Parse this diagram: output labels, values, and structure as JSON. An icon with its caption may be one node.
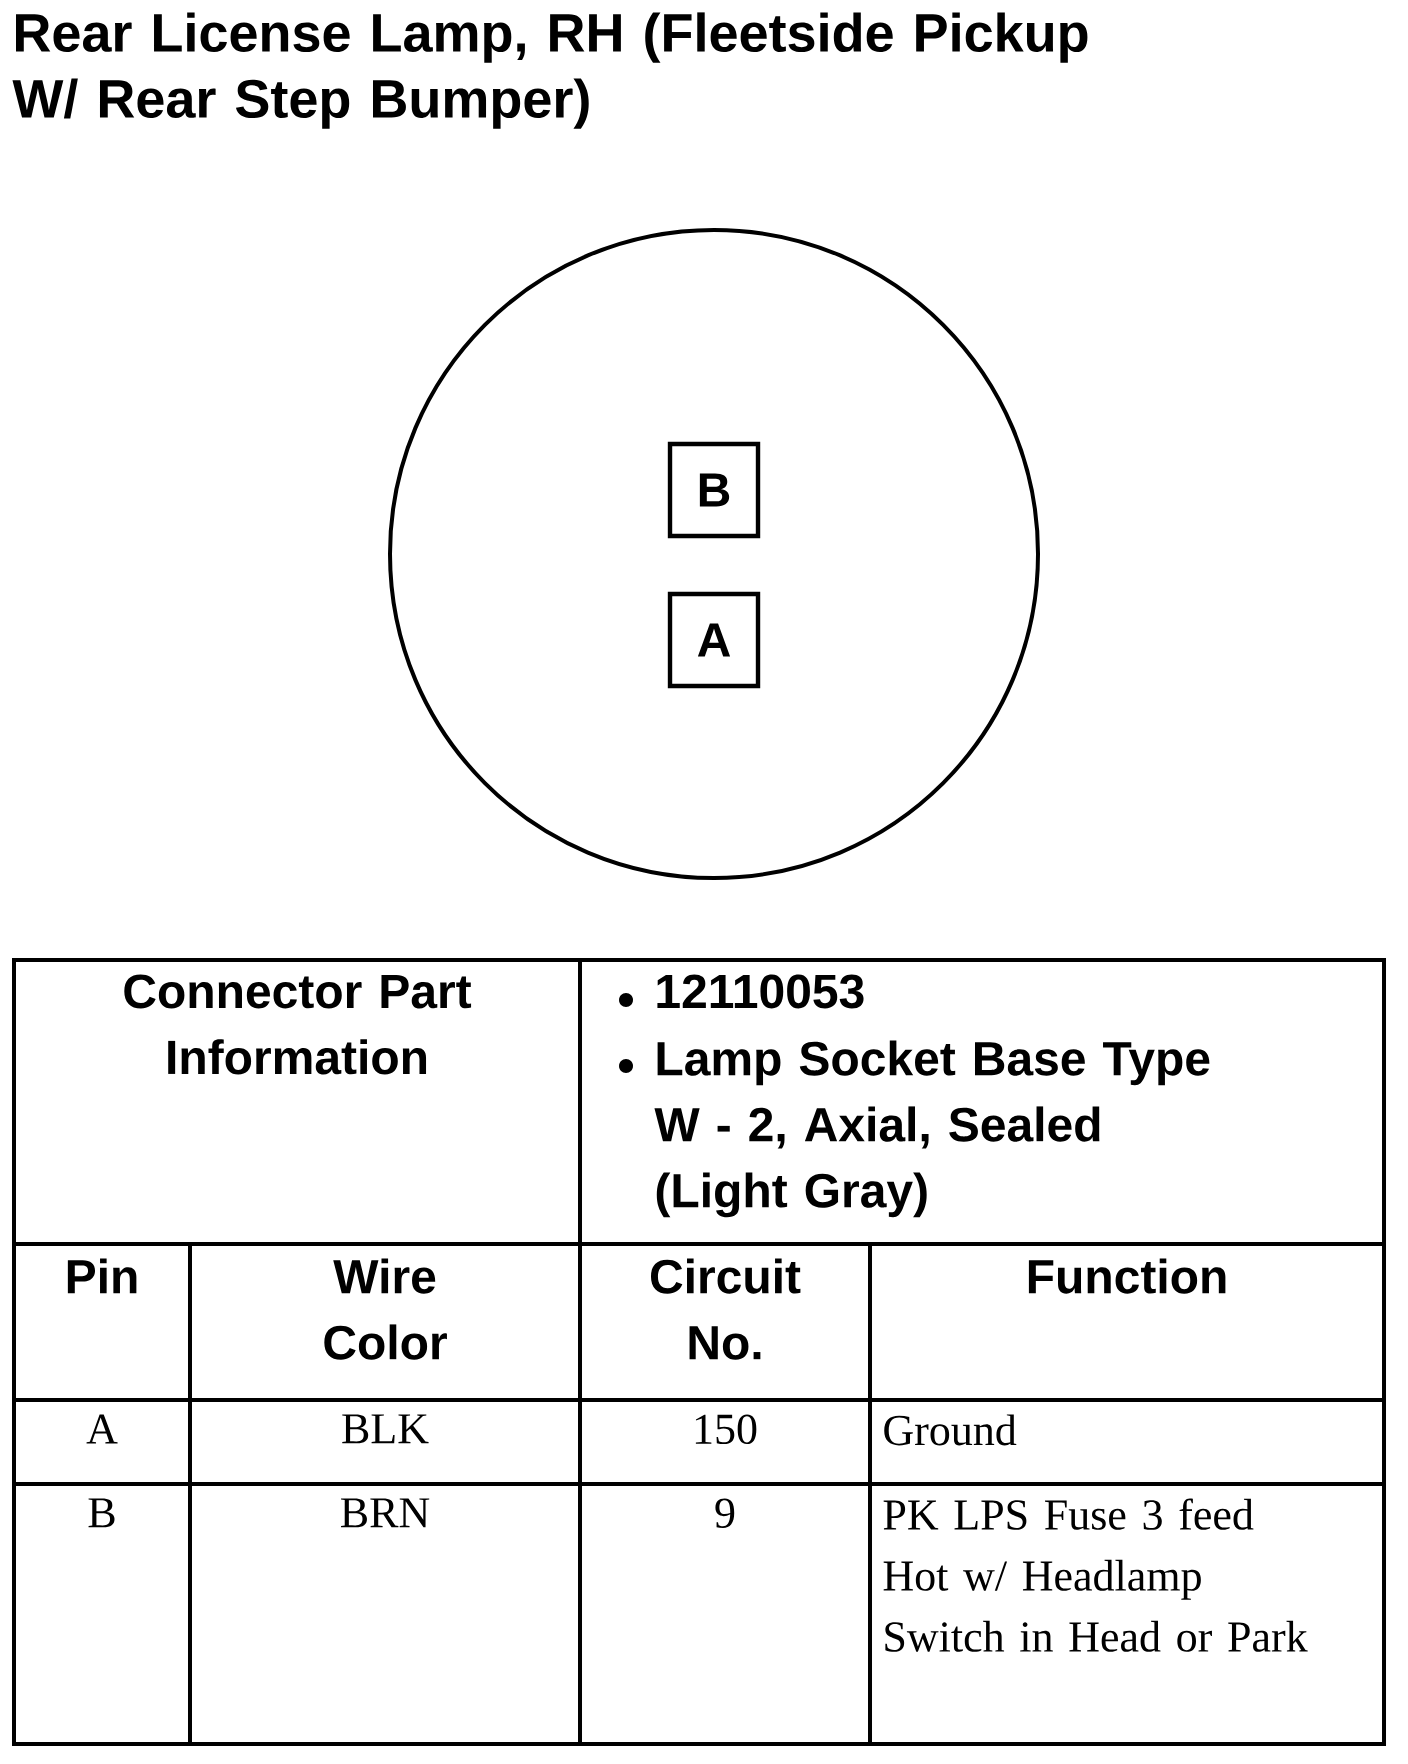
{
  "diagram": {
    "title": "Rear License Lamp, RH (Fleetside Pickup W/ Rear Step Bumper)",
    "nodes": [
      {
        "text": [],
        "shape": "circle"
      },
      {
        "text": [
          "B"
        ],
        "in": 0
      },
      {
        "text": [
          "A"
        ],
        "in": 0
      }
    ],
    "labels": [
      "Connector Part Information",
      "12110053",
      "Lamp Socket Base Type W - 2, Axial, Sealed (Light Gray)",
      "Pin",
      "Wire Color",
      "Circuit No.",
      "Function",
      "A",
      "BLK",
      "150",
      "Ground",
      "B",
      "BRN",
      "9",
      "PK LPS Fuse 3 feed Hot w/ Headlamp Switch in Head or Park"
    ]
  }
}
